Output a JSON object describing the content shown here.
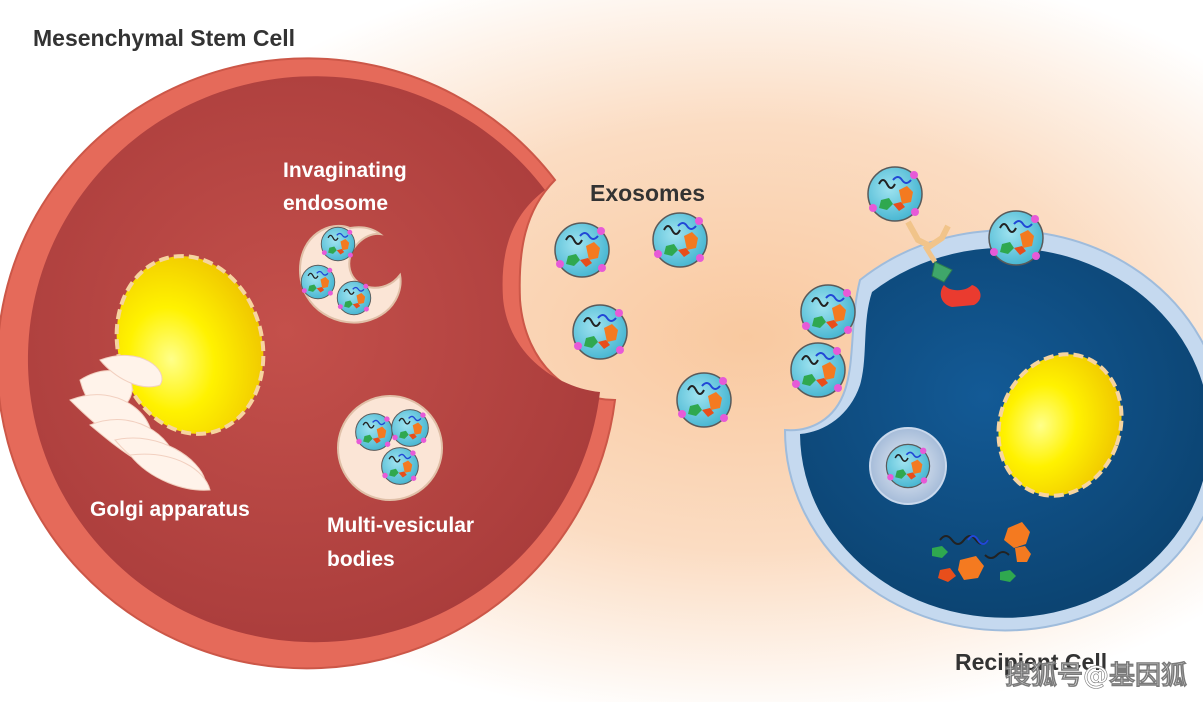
{
  "labels": {
    "title": "Mesenchymal Stem Cell",
    "invaginating_1": "Invaginating",
    "invaginating_2": "endosome",
    "exosomes": "Exosomes",
    "golgi": "Golgi apparatus",
    "mvb_1": "Multi-vesicular",
    "mvb_2": "bodies",
    "recipient": "Recipient Cell",
    "watermark": "搜狐号@基因狐"
  },
  "colors": {
    "background_glow": "#fbd8b8",
    "stem_cell_membrane": "#e56a5a",
    "stem_cell_cytoplasm": "#b94744",
    "recipient_membrane": "#c5d9ef",
    "recipient_cytoplasm": "#0f4f86",
    "nucleus": "#f7ea00",
    "exosome": "#63c8dd",
    "cargo_orange": "#f47a20",
    "cargo_green": "#2fa84f",
    "marker_pink": "#e75ad7"
  }
}
